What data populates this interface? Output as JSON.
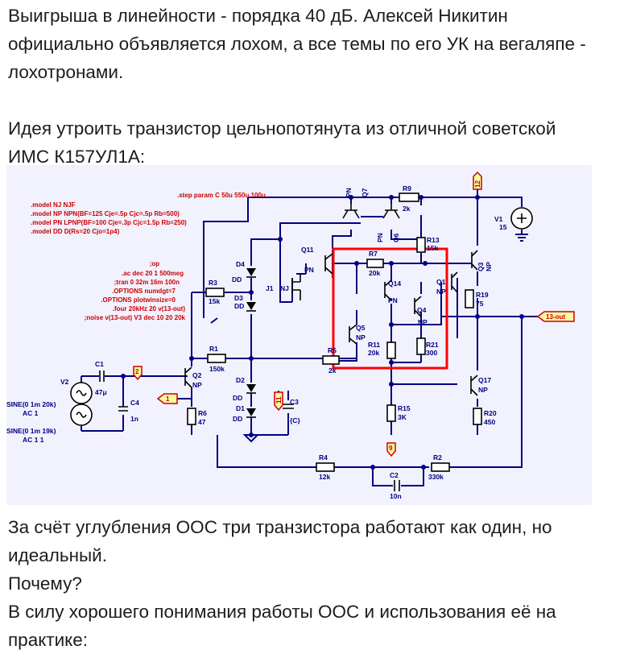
{
  "post": {
    "paragraph1": {
      "lines": [
        "Выигрыша в линейности - порядка 40 дБ. Алексей Никитин",
        "официально объявляется лохом, а все темы по его УК на вегаляпе -",
        "лохотронами."
      ]
    },
    "paragraph2": {
      "lines": [
        "Идея утроить транзистор цельнопотянута из отличной советской",
        "ИМС К157УЛ1А:"
      ]
    },
    "paragraph3": {
      "lines": [
        "За счёт углубления ООС три транзистора работают как один, но",
        "идеальный.",
        "Почему?",
        "В силу хорошего понимания работы ООС и использования её на",
        "практике:"
      ]
    }
  },
  "schematic": {
    "colors": {
      "background": "#f2f2ff",
      "wire": "#000080",
      "directive": "#cc0000",
      "highlight": "#ff0000"
    },
    "step_directive": ".step param C 50u 550u 100u",
    "models": [
      ".model NJ NJF",
      ".model NP NPN(BF=125 Cje=.5p Cjc=.5p Rb=500)",
      ".model PN LPNP(BF=100 Cje=.3p Cjc=1.5p Rb=250)",
      ".model DD D(Rs=20 Cjo=1p4)"
    ],
    "sim_directives": [
      ";op",
      ".ac dec 20 1 500meg",
      ";tran 0 32m 16m 100n",
      ".OPTIONS numdgt=7",
      ".OPTIONS plotwinsize=0",
      ".four 20kHz 20 v(13-out)",
      ";noise v(13-out) V3 dec 10 20 20k"
    ],
    "resistors": {
      "R1": {
        "name": "R1",
        "value": "150k"
      },
      "R2": {
        "name": "R2",
        "value": "330k"
      },
      "R3": {
        "name": "R3",
        "value": "15k"
      },
      "R4": {
        "name": "R4",
        "value": "12k"
      },
      "R5": {
        "name": "R5",
        "value": "2k"
      },
      "R6": {
        "name": "R6",
        "value": "47"
      },
      "R7": {
        "name": "R7",
        "value": "20k"
      },
      "R9": {
        "name": "R9",
        "value": "2k"
      },
      "R11": {
        "name": "R11",
        "value": "20k"
      },
      "R13": {
        "name": "R13",
        "value": "15k"
      },
      "R15": {
        "name": "R15",
        "value": "3K"
      },
      "R19": {
        "name": "R19",
        "value": "75"
      },
      "R20": {
        "name": "R20",
        "value": "450"
      },
      "R21": {
        "name": "R21",
        "value": "300"
      }
    },
    "capacitors": {
      "C1": {
        "name": "C1",
        "value": "47μ"
      },
      "C2": {
        "name": "C2",
        "value": "10n"
      },
      "C3": {
        "name": "C3",
        "value": "{C}"
      },
      "C4": {
        "name": "C4",
        "value": "1n"
      }
    },
    "transistors": {
      "Q1": {
        "name": "Q1",
        "model": "NP"
      },
      "Q2": {
        "name": "Q2",
        "model": "NP"
      },
      "Q3": {
        "name": "Q3",
        "model": "NP"
      },
      "Q4": {
        "name": "Q4",
        "model": "NP"
      },
      "Q5": {
        "name": "Q5",
        "model": "NP"
      },
      "Q6": {
        "name": "Q6",
        "model": "PN"
      },
      "Q7": {
        "name": "Q7",
        "model": "PN"
      },
      "Q11": {
        "name": "Q11",
        "model": "PN"
      },
      "Q14": {
        "name": "Q14",
        "model": "PN"
      },
      "Q17": {
        "name": "Q17",
        "model": "NP"
      },
      "J1": {
        "name": "J1",
        "model": "NJ"
      }
    },
    "diodes": {
      "D1": {
        "name": "D1",
        "model": "DD"
      },
      "D2": {
        "name": "D2",
        "model": "DD"
      },
      "D3": {
        "name": "D3",
        "model": "DD"
      },
      "D4": {
        "name": "D4",
        "model": "DD"
      }
    },
    "sources": {
      "V1": {
        "name": "V1",
        "value": "15"
      },
      "V2": {
        "name": "V2"
      },
      "sine1": {
        "line1": "SINE(0 1m 20k)",
        "line2": "AC 1"
      },
      "sine2": {
        "line1": "SINE(0 1m 19k)",
        "line2": "AC 1 1"
      }
    },
    "net_labels": {
      "vcc": "12",
      "n2": "2",
      "n1": "1",
      "n11": "11",
      "n9": "9",
      "out": "13-out"
    }
  }
}
